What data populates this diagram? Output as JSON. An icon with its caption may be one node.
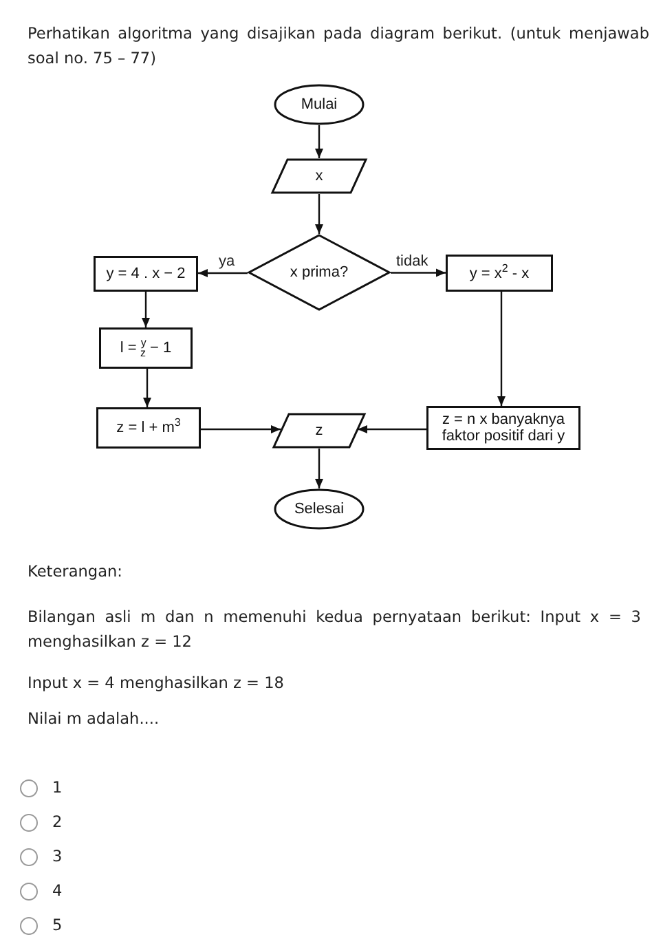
{
  "diagram": {
    "nodes": [
      {
        "text": [
          "Mulai"
        ]
      },
      {
        "text": [
          "x"
        ]
      },
      {
        "text": [
          "x prima?"
        ]
      },
      {
        "text": [
          "y = 4 . x − 2"
        ]
      },
      {
        "text": [
          "y = x$^{2}$ - x"
        ]
      },
      {
        "text": [
          "l = $^{y}$$_{z}$ − 1"
        ]
      },
      {
        "text": [
          "z = l + m$^{3}$"
        ]
      },
      {
        "text": [
          "z"
        ]
      },
      {
        "text": [
          "z = n x banyaknya faktor positif dari y"
        ]
      },
      {
        "text": [
          "Selesai"
        ]
      }
    ],
    "edges": [
      {
        "from": 0,
        "to": 1,
        "arrow": "to"
      },
      {
        "from": 1,
        "to": 2,
        "arrow": "to"
      },
      {
        "from": 2,
        "to": 3,
        "arrow": "to",
        "label": "ya"
      },
      {
        "from": 2,
        "to": 4,
        "arrow": "to",
        "label": "tidak"
      },
      {
        "from": 3,
        "to": 5,
        "arrow": "to"
      },
      {
        "from": 5,
        "to": 6,
        "arrow": "to"
      },
      {
        "from": 6,
        "to": 7,
        "arrow": "to"
      },
      {
        "from": 4,
        "to": 8,
        "arrow": "to"
      },
      {
        "from": 8,
        "to": 7,
        "arrow": "to"
      },
      {
        "from": 7,
        "to": 9,
        "arrow": "to"
      }
    ],
    "labels": [
      "Perhatikan algoritma yang disajikan pada diagram berikut. (untuk menjawab soal no. 75 – 77)",
      "Keterangan:",
      "Bilangan asli m dan n memenuhi kedua pernyataan berikut: Input x = 3 menghasilkan z = 12",
      "Input x = 4 menghasilkan z = 18",
      "Nilai m adalah....",
      "1",
      "2",
      "3",
      "4",
      "5"
    ]
  }
}
